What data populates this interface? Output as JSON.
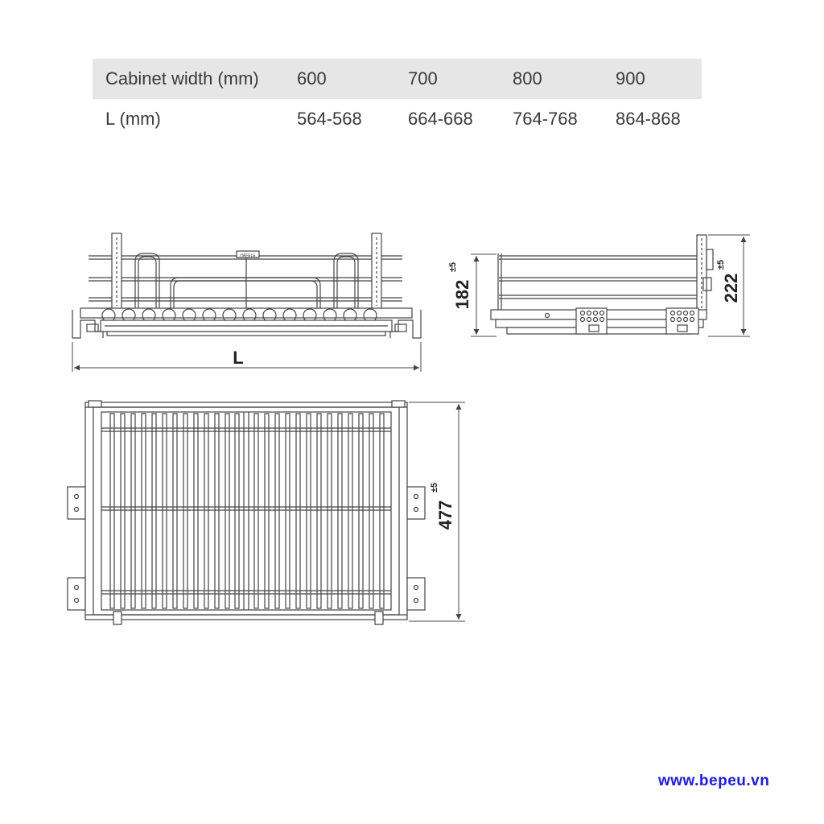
{
  "table": {
    "header": [
      "Cabinet width (mm)",
      "600",
      "700",
      "800",
      "900"
    ],
    "row": [
      "L (mm)",
      "564-568",
      "664-668",
      "764-768",
      "864-868"
    ]
  },
  "dimensions": {
    "length_label": "L",
    "height_inner": "182",
    "height_inner_tol": "±5",
    "height_total": "222",
    "height_total_tol": "±5",
    "depth": "477",
    "depth_tol": "±5"
  },
  "brand_mark": "HAFELE",
  "website": "www.bepeu.vn"
}
